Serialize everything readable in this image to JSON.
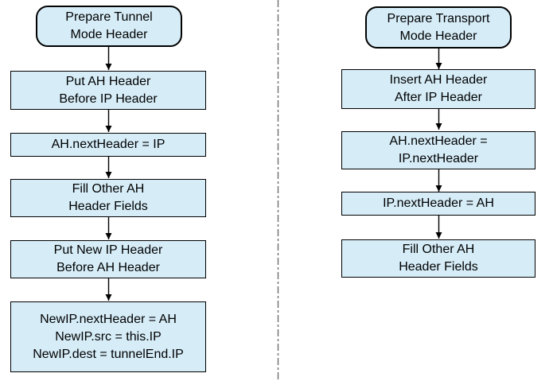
{
  "colors": {
    "background": "#ffffff",
    "node_fill": "#d6edf8",
    "node_border": "#000000",
    "text_color": "#000000",
    "line_color": "#000000",
    "divider": "#6e6e6e"
  },
  "left_flow": {
    "title": "Tunnel mode AH preparation",
    "nodes": [
      {
        "type": "terminator",
        "text": "Prepare Tunnel\nMode Header"
      },
      {
        "type": "process",
        "text": "Put AH Header\nBefore IP Header"
      },
      {
        "type": "process",
        "text": "AH.nextHeader = IP"
      },
      {
        "type": "process",
        "text": "Fill Other AH\nHeader Fields"
      },
      {
        "type": "process",
        "text": "Put New IP Header\nBefore AH Header"
      },
      {
        "type": "process",
        "text": "NewIP.nextHeader = AH\nNewIP.src = this.IP\nNewIP.dest = tunnelEnd.IP"
      }
    ]
  },
  "right_flow": {
    "title": "Transport mode AH preparation",
    "nodes": [
      {
        "type": "terminator",
        "text": "Prepare Transport\nMode Header"
      },
      {
        "type": "process",
        "text": "Insert AH Header\nAfter IP Header"
      },
      {
        "type": "process",
        "text": "AH.nextHeader =\nIP.nextHeader"
      },
      {
        "type": "process",
        "text": "IP.nextHeader = AH"
      },
      {
        "type": "process",
        "text": "Fill Other AH\nHeader Fields"
      }
    ]
  }
}
